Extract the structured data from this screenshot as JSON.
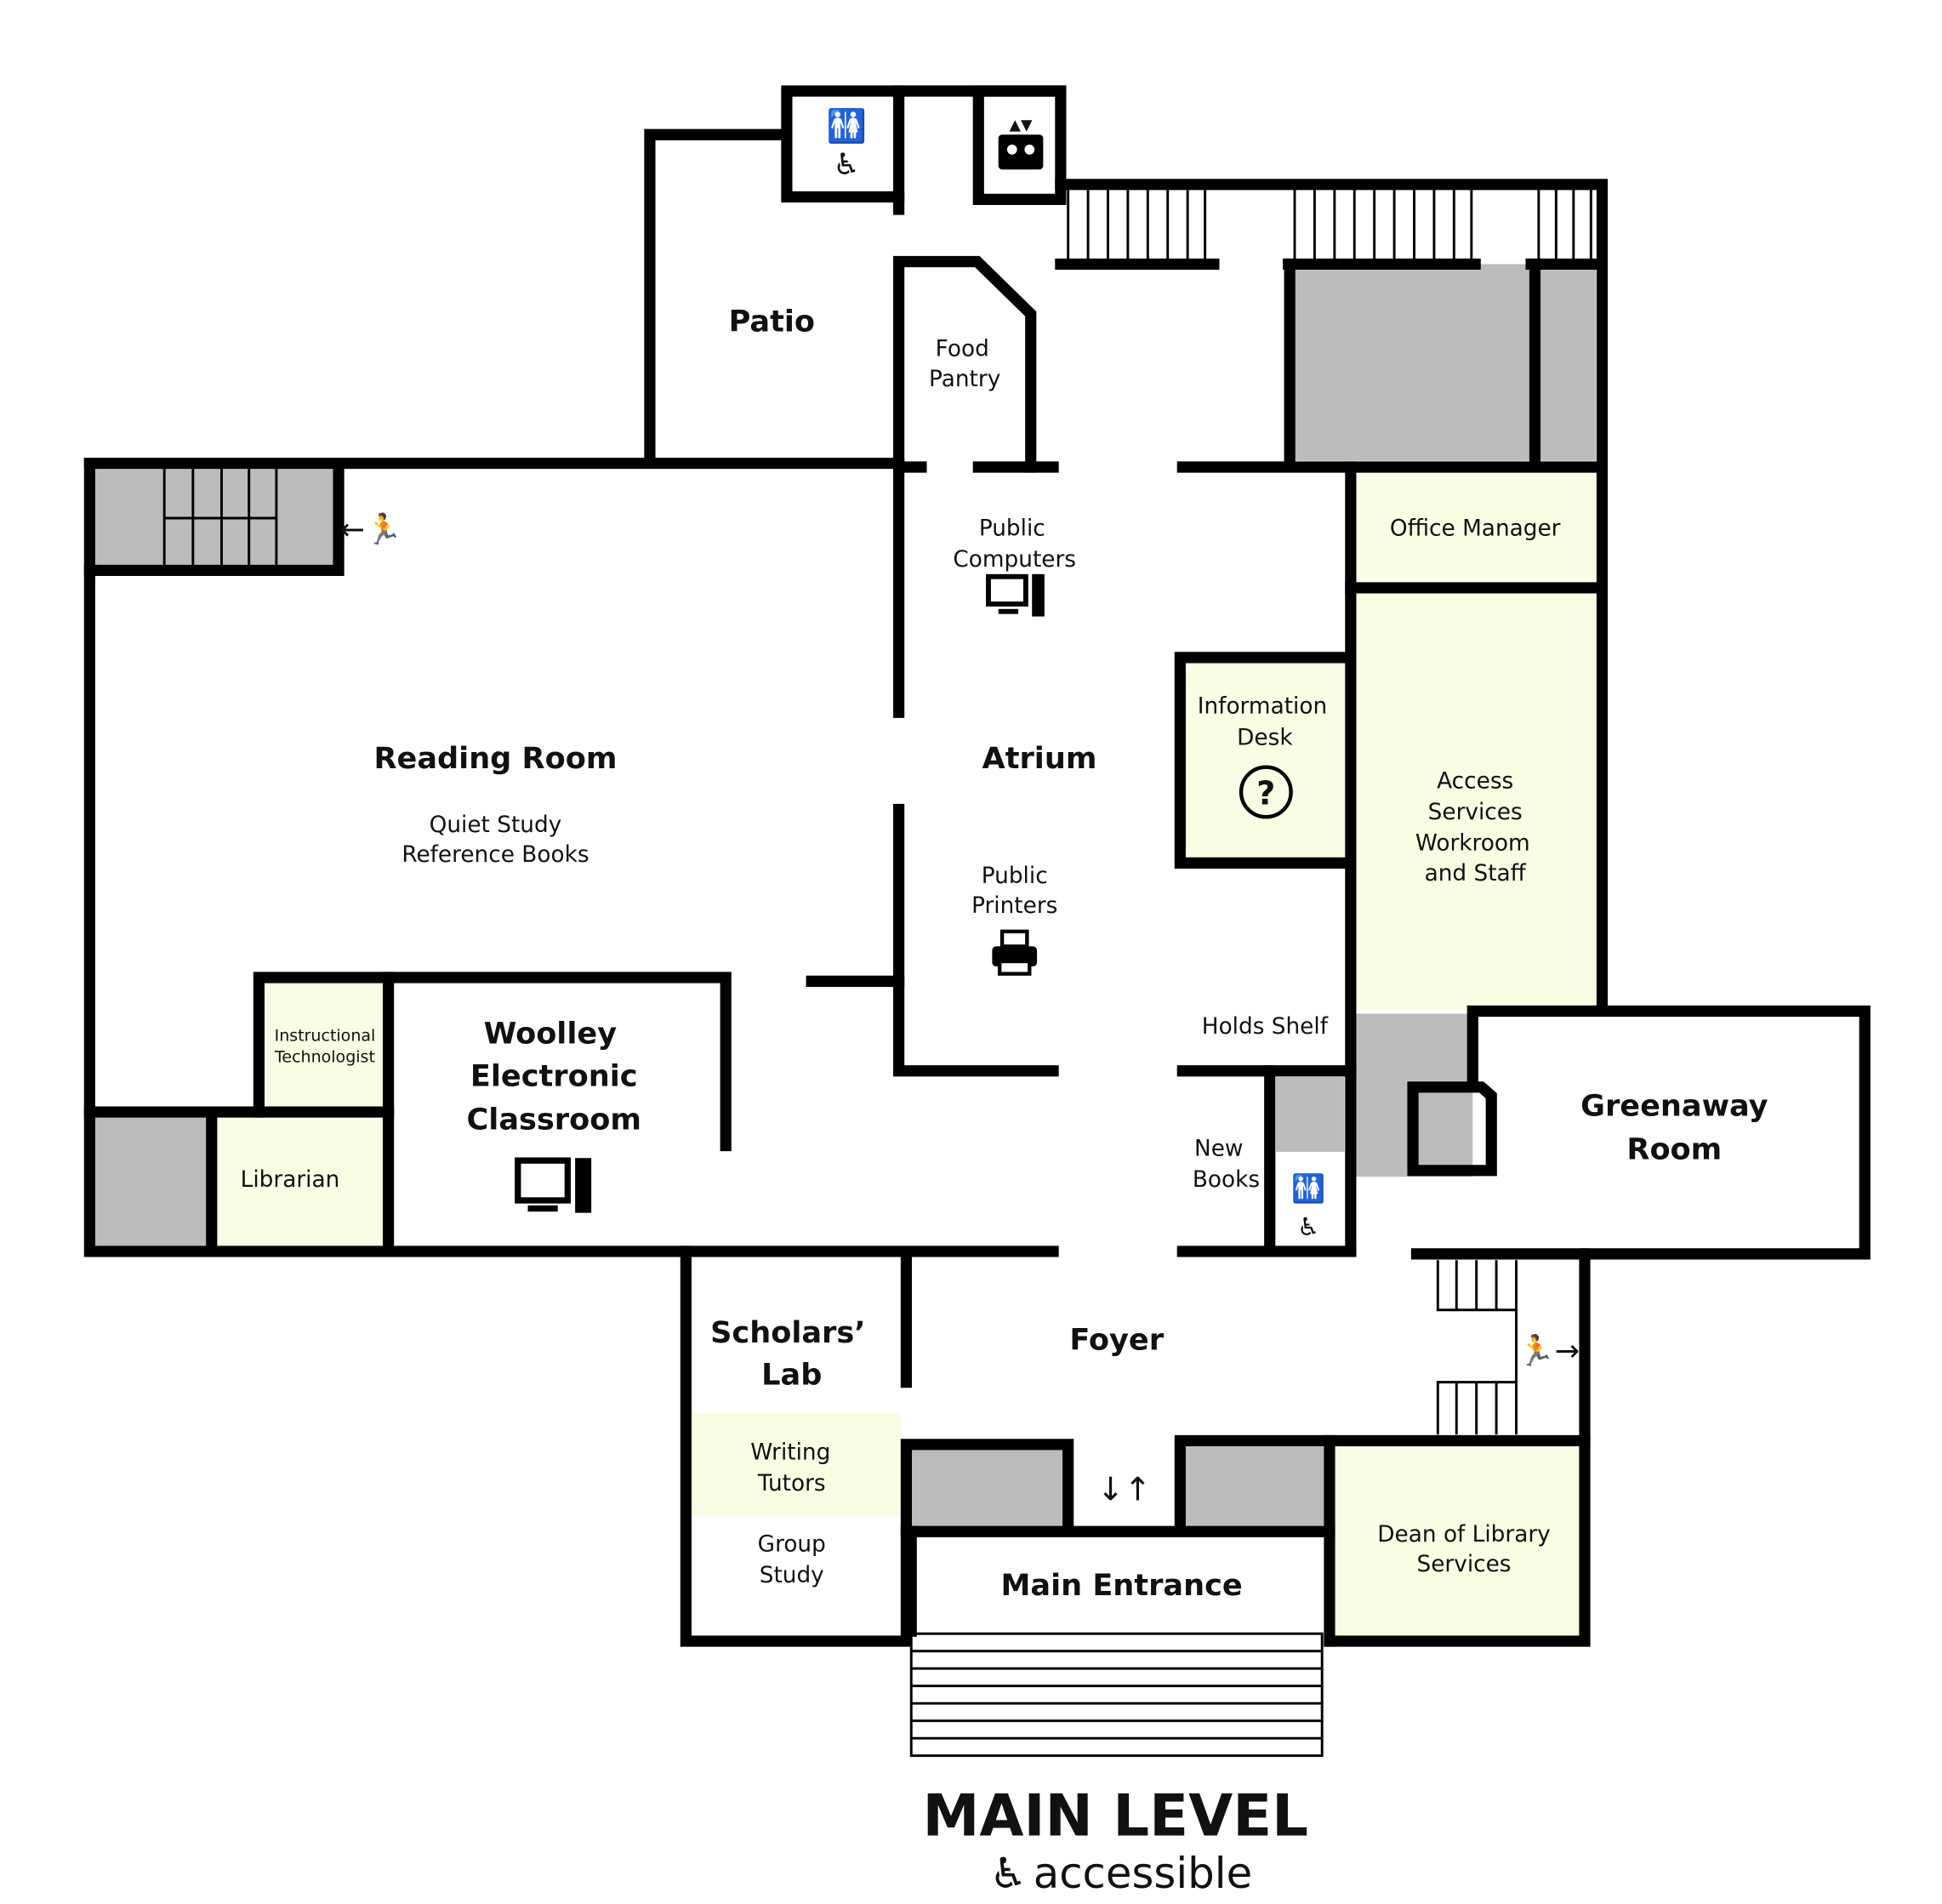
{
  "title": "MAIN LEVEL",
  "subtitle": "accessible",
  "rooms": {
    "patio": "Patio",
    "food_pantry": [
      "Food",
      "Pantry"
    ],
    "public_computers": [
      "Public",
      "Computers"
    ],
    "reading_room": "Reading Room",
    "reading_room_sub": [
      "Quiet Study",
      "Reference Books"
    ],
    "atrium": "Atrium",
    "public_printers": [
      "Public",
      "Printers"
    ],
    "information_desk": [
      "Information",
      "Desk"
    ],
    "office_manager": "Office Manager",
    "access_services": [
      "Access",
      "Services",
      "Workroom",
      "and Staff"
    ],
    "holds_shelf": "Holds Shelf",
    "new_books": [
      "New",
      "Books"
    ],
    "greenaway_room": [
      "Greenaway",
      "Room"
    ],
    "instructional_technologist": [
      "Instructional",
      "Technologist"
    ],
    "librarian": "Librarian",
    "woolley": [
      "Woolley",
      "Electronic",
      "Classroom"
    ],
    "scholars_lab": [
      "Scholars’",
      "Lab"
    ],
    "writing_tutors": [
      "Writing",
      "Tutors"
    ],
    "group_study": [
      "Group",
      "Study"
    ],
    "foyer": "Foyer",
    "main_entrance": "Main Entrance",
    "dean": [
      "Dean of Library",
      "Services"
    ]
  },
  "colors": {
    "wall": "#000000",
    "service": "#f8fde3",
    "gray": "#bcbcbc"
  }
}
